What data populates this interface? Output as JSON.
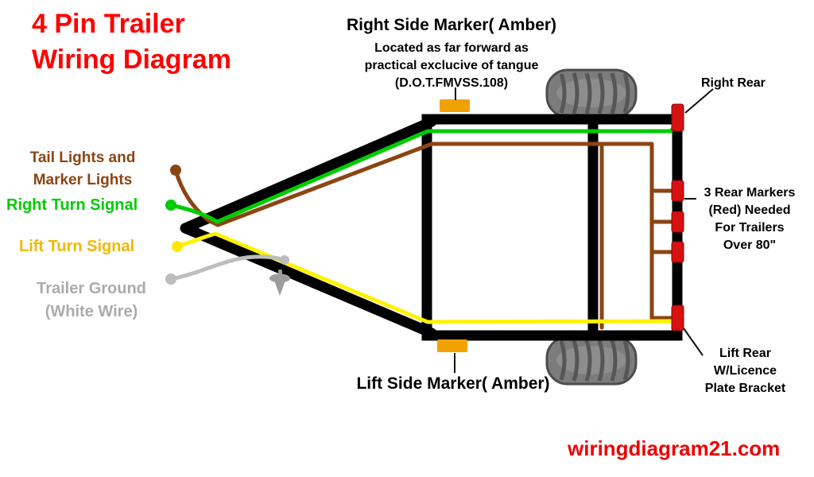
{
  "title": {
    "line1": "4 Pin Trailer",
    "line2": "Wiring Diagram"
  },
  "top_marker": {
    "heading": "Right Side Marker( Amber)",
    "sub1": "Located as far forward as",
    "sub2": "practical exclucive of tangue",
    "sub3": "(D.O.T.FMVSS.108)"
  },
  "right_rear_label": "Right Rear",
  "wire_legend": {
    "tail": {
      "line1": "Tail Lights and",
      "line2": "Marker Lights",
      "color": "#8B4513"
    },
    "right_turn": {
      "label": "Right Turn Signal",
      "color": "#00CC00"
    },
    "lift_turn": {
      "label": "Lift Turn Signal",
      "color": "#F2B705"
    },
    "ground": {
      "line1": "Trailer Ground",
      "line2": "(White Wire)",
      "color": "#ABABAB"
    }
  },
  "rear_markers_label": {
    "line1": "3 Rear Markers",
    "line2": "(Red) Needed",
    "line3": "For Trailers",
    "line4": "Over 80\""
  },
  "lift_rear_label": {
    "line1": "Lift Rear",
    "line2": "W/Licence",
    "line3": "Plate Bracket"
  },
  "bottom_marker_label": "Lift Side Marker( Amber)",
  "watermark": "wiringdiagram21.com",
  "colors": {
    "title": "#FF0000",
    "frame": "#000000",
    "wire_green": "#00CC00",
    "wire_brown": "#8B4513",
    "wire_yellow": "#FFF200",
    "wire_white": "#BDBDBD",
    "amber_marker": "#F2A200",
    "red_marker": "#D61111",
    "tire": "#7A7A7A",
    "watermark": "#EE0000"
  }
}
